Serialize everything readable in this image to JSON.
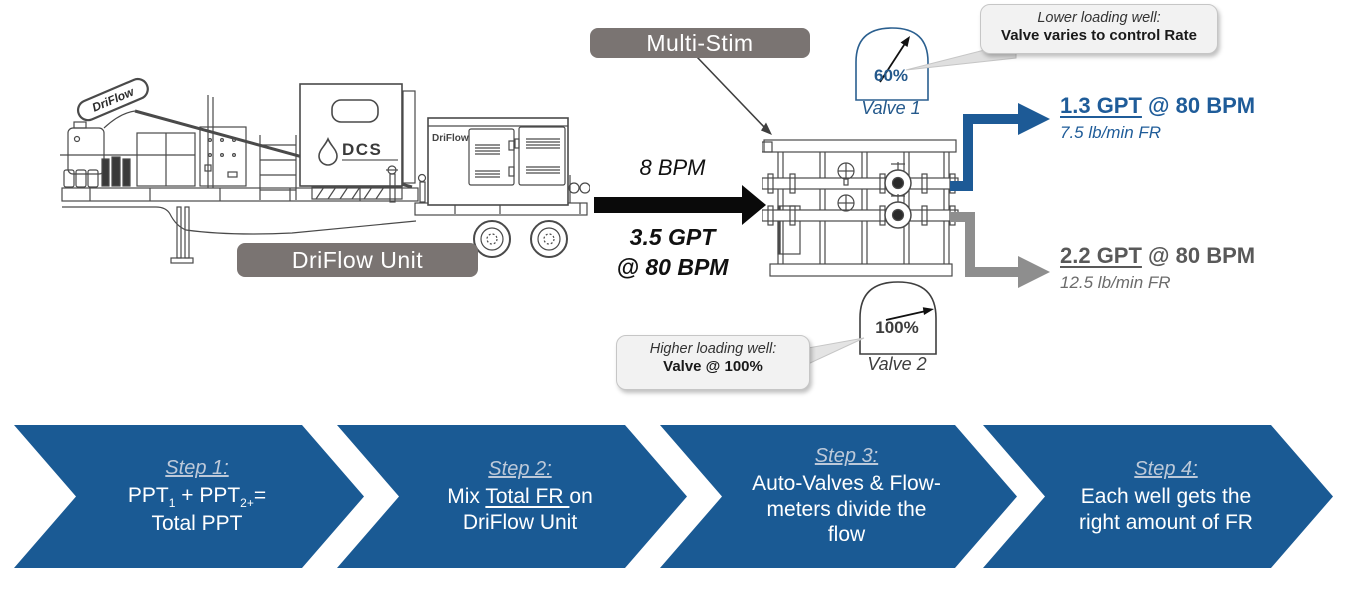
{
  "truck": {
    "boom_label": "DriFlow",
    "logo_text": "DCS",
    "generator_label": "DriFlow",
    "unit_label": "DriFlow Unit"
  },
  "multistim": {
    "label": "Multi-Stim"
  },
  "feed": {
    "rate": "8 BPM",
    "conc": "3.5 GPT",
    "at": "@ 80 BPM"
  },
  "valve1": {
    "percent": "60%",
    "name": "Valve 1"
  },
  "valve2": {
    "percent": "100%",
    "name": "Valve 2"
  },
  "callouts": {
    "lower": {
      "line1": "Lower loading well:",
      "line2": "Valve varies to control Rate"
    },
    "higher": {
      "line1": "Higher loading well:",
      "line2": "Valve @ 100%"
    }
  },
  "wells": [
    {
      "gpt": "1.3 GPT",
      "at": "@ 80 BPM",
      "fr": "7.5 lb/min FR"
    },
    {
      "gpt": "2.2 GPT",
      "at": "@ 80 BPM",
      "fr": "12.5 lb/min FR"
    }
  ],
  "steps": [
    {
      "title": "Step 1:",
      "f1": "PPT",
      "s1": "1",
      "f2": " + PPT",
      "s2": "2+",
      "f3": "=",
      "line2": "Total PPT"
    },
    {
      "title": "Step 2:",
      "pre": "Mix ",
      "u": "Total FR ",
      "post": "on",
      "line2": "DriFlow Unit"
    },
    {
      "title": "Step 3:",
      "line1": "Auto-Valves & Flow-",
      "line2": "meters divide the",
      "line3": "flow"
    },
    {
      "title": "Step 4:",
      "line1": "Each well gets the",
      "line2": "right amount of FR"
    }
  ],
  "colors": {
    "step_blue": "#1A5A94",
    "flow_blue": "#1F5C99",
    "flow_gray": "#8E8E8E",
    "label_gray": "#7A7472",
    "callout_bg": "#F2F2F2"
  }
}
